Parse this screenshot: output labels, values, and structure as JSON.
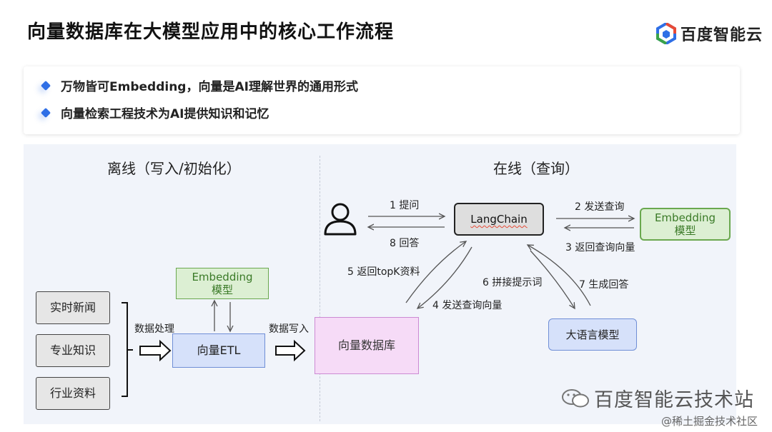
{
  "header": {
    "title": "向量数据库在大模型应用中的核心工作流程",
    "logo_text": "百度智能云",
    "logo_colors": [
      "#2f6fe6",
      "#e84a36",
      "#3aa34a"
    ]
  },
  "bullets": [
    "万物皆可Embedding，向量是AI理解世界的通用形式",
    "向量检索工程技术为AI提供知识和记忆"
  ],
  "offline": {
    "title": "离线（写入/初始化）",
    "sources": [
      "实时新闻",
      "专业知识",
      "行业资料"
    ],
    "process_label": "数据处理",
    "embedding_line1": "Embedding",
    "embedding_line2": "模型",
    "etl": "向量ETL",
    "write_label": "数据写入"
  },
  "vector_db": "向量数据库",
  "online": {
    "title": "在线（查询）",
    "user_icon": "user-icon",
    "langchain": "LangChain",
    "embedding_line1": "Embedding",
    "embedding_line2": "模型",
    "llm": "大语言模型",
    "steps": {
      "s1": "1 提问",
      "s2": "2 发送查询",
      "s3": "3 返回查询向量",
      "s4": "4 发送查询向量",
      "s5": "5 返回topK资料",
      "s6": "6 拼接提示词",
      "s7": "7 生成回答",
      "s8": "8 回答"
    }
  },
  "watermark": "百度智能云技术站",
  "credit": "@稀土掘金技术社区"
}
